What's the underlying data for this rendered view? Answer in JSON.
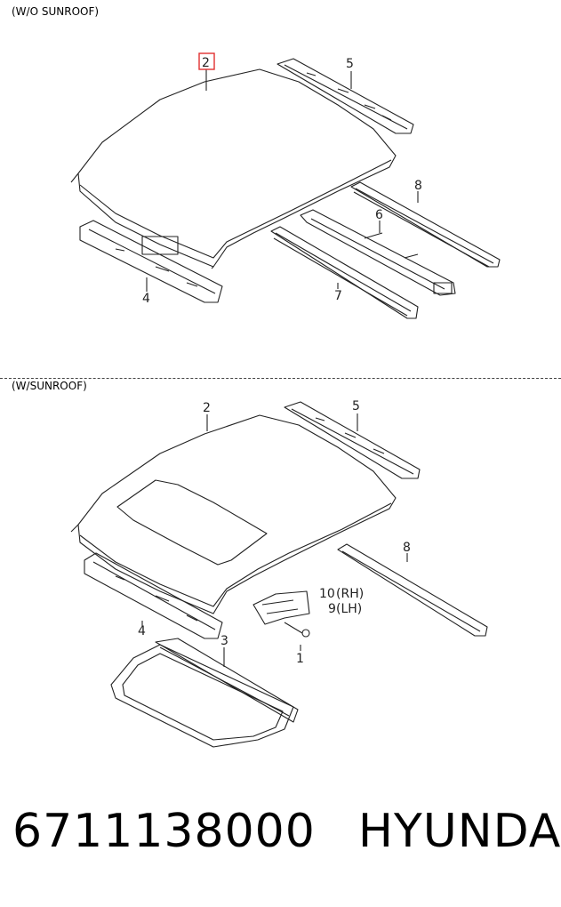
{
  "sections": [
    {
      "title": "(W/O SUNROOF)",
      "callouts": [
        "2",
        "5",
        "8",
        "6",
        "4",
        "7"
      ],
      "highlighted_callout": "2",
      "highlight_color": "#e03030"
    },
    {
      "title": "(W/SUNROOF)",
      "callouts": [
        "2",
        "5",
        "8",
        "10",
        "(RH)",
        "9",
        "(LH)",
        "1",
        "4",
        "3"
      ]
    }
  ],
  "footer": {
    "part_number": "6711138000",
    "brand": "HYUNDAI"
  }
}
